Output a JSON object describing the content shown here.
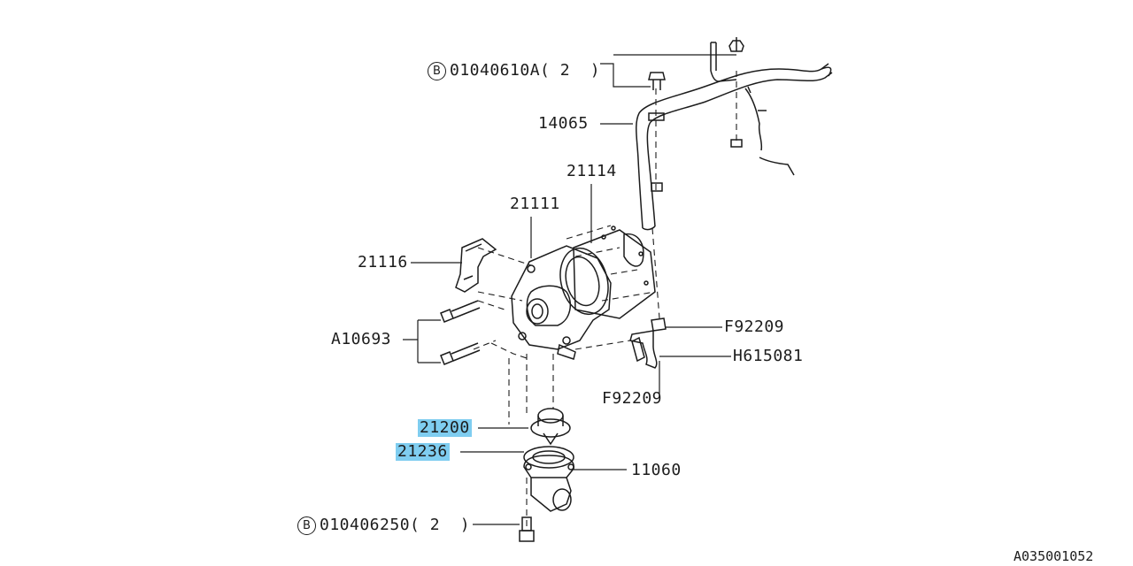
{
  "diagram": {
    "line_color": "#1c1c1c",
    "highlight_color": "#7fcdf0",
    "parts": [
      {
        "id": "bolt_top",
        "symbol": "B",
        "label": "01040610A",
        "qty": "( 2  )"
      },
      {
        "id": "hose",
        "label": "14065"
      },
      {
        "id": "gasket_pump",
        "label": "21114"
      },
      {
        "id": "pump",
        "label": "21111"
      },
      {
        "id": "bracket",
        "label": "21116"
      },
      {
        "id": "bolts",
        "label": "A10693"
      },
      {
        "id": "clip_top",
        "label": "F92209"
      },
      {
        "id": "hose_small",
        "label": "H615081"
      },
      {
        "id": "clip_bottom",
        "label": "F92209"
      },
      {
        "id": "thermostat",
        "label": "21200",
        "highlighted": true
      },
      {
        "id": "gasket_thermo",
        "label": "21236",
        "highlighted": true
      },
      {
        "id": "housing",
        "label": "11060"
      },
      {
        "id": "bolt_bottom",
        "symbol": "B",
        "label": "010406250",
        "qty": "( 2  )"
      }
    ],
    "figure_code": "A035001052"
  }
}
